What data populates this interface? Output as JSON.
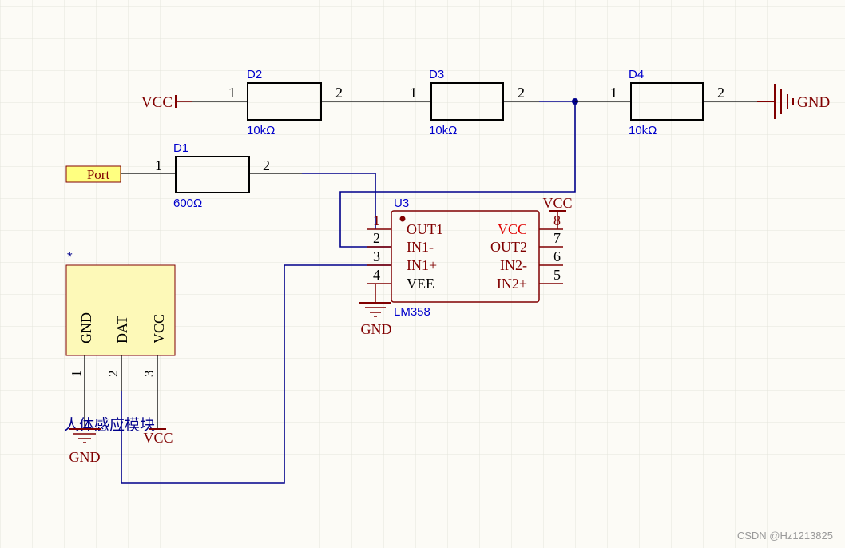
{
  "resistors": {
    "d1": {
      "designator": "D1",
      "value": "600Ω",
      "pin1": "1",
      "pin2": "2"
    },
    "d2": {
      "designator": "D2",
      "value": "10kΩ",
      "pin1": "1",
      "pin2": "2"
    },
    "d3": {
      "designator": "D3",
      "value": "10kΩ",
      "pin1": "1",
      "pin2": "2"
    },
    "d4": {
      "designator": "D4",
      "value": "10kΩ",
      "pin1": "1",
      "pin2": "2"
    }
  },
  "power": {
    "vcc_left": "VCC",
    "gnd_right": "GND",
    "vcc_u3": "VCC",
    "gnd_u3": "GND",
    "gnd_sensor": "GND",
    "vcc_sensor": "VCC"
  },
  "port": {
    "label": "Port"
  },
  "u3": {
    "designator": "U3",
    "part": "LM358",
    "pins_left": [
      {
        "num": "1",
        "name": "OUT1"
      },
      {
        "num": "2",
        "name": "IN1-"
      },
      {
        "num": "3",
        "name": "IN1+"
      },
      {
        "num": "4",
        "name": "VEE"
      }
    ],
    "pins_right": [
      {
        "num": "8",
        "name": "VCC"
      },
      {
        "num": "7",
        "name": "OUT2"
      },
      {
        "num": "6",
        "name": "IN2-"
      },
      {
        "num": "5",
        "name": "IN2+"
      }
    ]
  },
  "sensor": {
    "designator": "*",
    "comment": "人体感应模块",
    "pins": [
      {
        "num": "1",
        "name": "GND"
      },
      {
        "num": "2",
        "name": "DAT"
      },
      {
        "num": "3",
        "name": "VCC"
      }
    ]
  },
  "watermark": "CSDN @Hz1213825",
  "colors": {
    "component": "#800000",
    "pin_name_red": "#e00000",
    "wire": "#00008b",
    "label_blue": "#0000cc",
    "body_fill": "#fdf9b8",
    "port_fill": "#ffff80",
    "grid": "#e4e4dc"
  }
}
